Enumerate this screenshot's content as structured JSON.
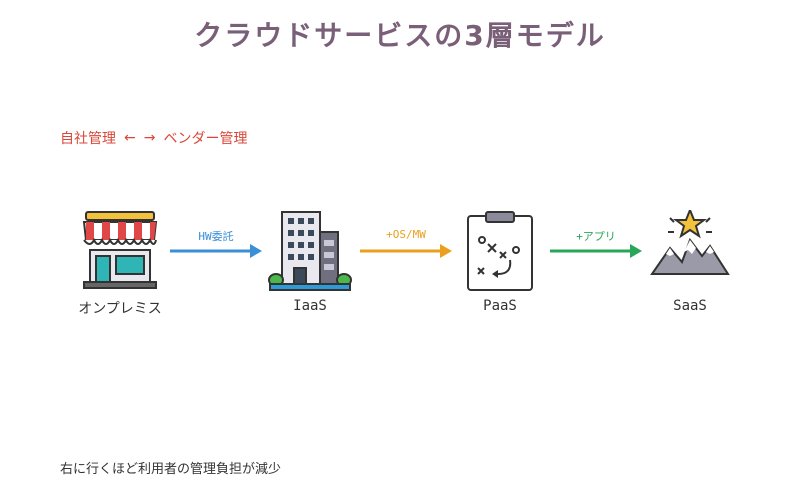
{
  "title": "クラウドサービスの3層モデル",
  "legend": {
    "left": "自社管理",
    "arrow_left": "←",
    "arrow_right": "→",
    "right": "ベンダー管理"
  },
  "nodes": [
    {
      "label": "オンプレミス",
      "icon": "storefront-icon"
    },
    {
      "label": "IaaS",
      "icon": "office-building-icon"
    },
    {
      "label": "PaaS",
      "icon": "clipboard-strategy-icon"
    },
    {
      "label": "SaaS",
      "icon": "mountain-peak-star-icon"
    }
  ],
  "arrows": [
    {
      "label": "HW委託",
      "color": "#3a8fd6"
    },
    {
      "label": "+OS/MW",
      "color": "#eaa01e"
    },
    {
      "label": "+アプリ",
      "color": "#2aa659"
    }
  ],
  "footer": "右に行くほど利用者の管理負担が減少"
}
